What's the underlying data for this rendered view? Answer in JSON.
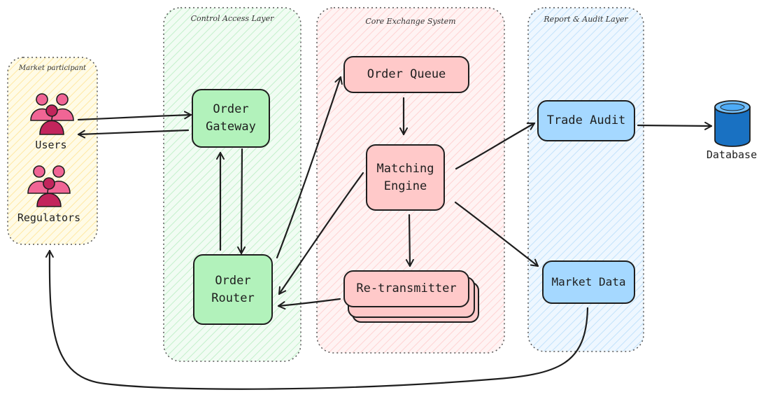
{
  "groups": {
    "market": "Market participant",
    "control": "Control Access Layer",
    "core": "Core Exchange System",
    "report": "Report & Audit Layer"
  },
  "actors": {
    "users": "Users",
    "regulators": "Regulators"
  },
  "nodes": {
    "order_gateway": "Order\nGateway",
    "order_router": "Order\nRouter",
    "order_queue": "Order Queue",
    "matching_engine": "Matching\nEngine",
    "retransmitter": "Re-transmitter",
    "trade_audit": "Trade Audit",
    "market_data": "Market Data"
  },
  "database": "Database",
  "colors": {
    "green_fill": "#b2f2bb",
    "pink_fill": "#ffc9c9",
    "blue_fill": "#a5d8ff",
    "yellow_group": "#fff3bf",
    "green_group": "#d3f9d8",
    "pink_group": "#ffe3e3",
    "blue_group": "#d0ebff",
    "person_fill": "#e64980",
    "database_fill": "#1971c2"
  }
}
